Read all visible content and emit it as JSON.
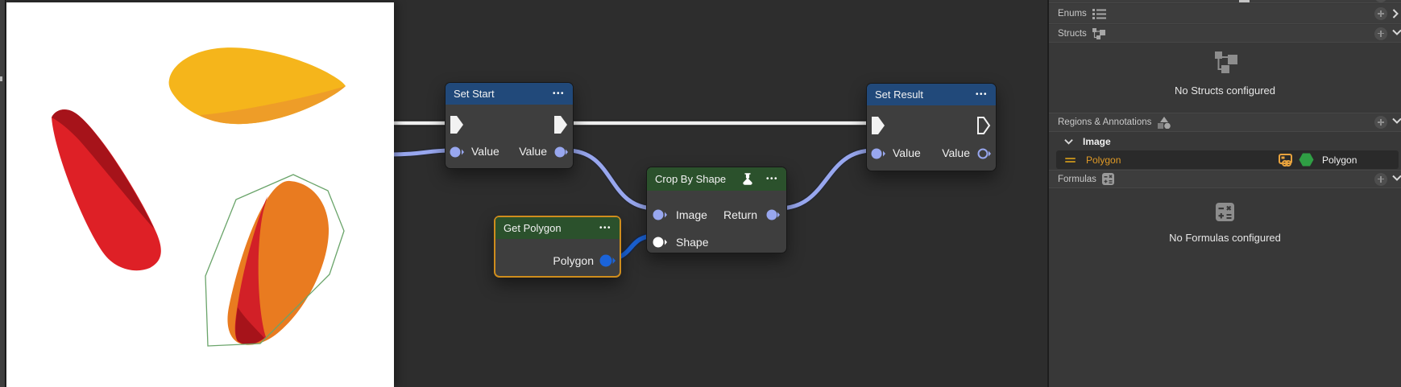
{
  "colors": {
    "editor_bg": "#2d2d2d",
    "node_body": "#3e3e3e",
    "header_blue": "#21497a",
    "header_green": "#2b512c",
    "selected_node_border": "#cf8d1d",
    "value_pin": "#98a7ef",
    "exec_pin": "#f2f2f2",
    "polygon_pin": "#1b64d9",
    "shape_pin": "#ffffff",
    "panel_bg": "#383838",
    "selected_row_bg": "#2a2a2a",
    "annotation_orange": "#e09a26",
    "hexagon_green": "#2f9e44",
    "image_polygon_outline": "#6aa46a",
    "blob_yellow": "#f5b51b",
    "blob_yellow_dark": "#ee9d28",
    "blob_red": "#de2026",
    "blob_red_dark": "#a6131a",
    "blob_orange": "#e97b20",
    "blob_orange_red": "#d22027"
  },
  "preview": {
    "shapes": [
      "yellow-blob",
      "red-blob",
      "orange-blob",
      "green-polygon-annotation"
    ]
  },
  "graph": {
    "nodes": {
      "set_start": {
        "title": "Set Start",
        "menu": "•••",
        "in_value": "Value",
        "out_value": "Value"
      },
      "set_result": {
        "title": "Set Result",
        "menu": "•••",
        "in_value": "Value",
        "out_value": "Value"
      },
      "crop_by_shape": {
        "title": "Crop By Shape",
        "menu": "•••",
        "in_image": "Image",
        "in_shape": "Shape",
        "out_return": "Return"
      },
      "get_polygon": {
        "title": "Get Polygon",
        "menu": "•••",
        "out_polygon": "Polygon"
      }
    }
  },
  "panel": {
    "enums_label": "Enums",
    "structs_label": "Structs",
    "no_structs_text": "No Structs configured",
    "regions_label": "Regions & Annotations",
    "image_group_label": "Image",
    "polygon_item_label": "Polygon",
    "polygon_type_label": "Polygon",
    "formulas_label": "Formulas",
    "no_formulas_text": "No Formulas configured"
  },
  "icons": {
    "enums": "numbered-list-icon",
    "structs": "hierarchy-icon",
    "regions": "shapes-cluster-icon",
    "formulas": "calculator-icon",
    "flask": "experiment-flask-icon",
    "add": "plus-circle-icon",
    "collapsed": "chevron-right-icon",
    "expanded": "chevron-down-icon",
    "drag": "drag-handle-icon",
    "linked_image": "linked-image-icon",
    "polygon_type": "green-hexagon-icon"
  }
}
